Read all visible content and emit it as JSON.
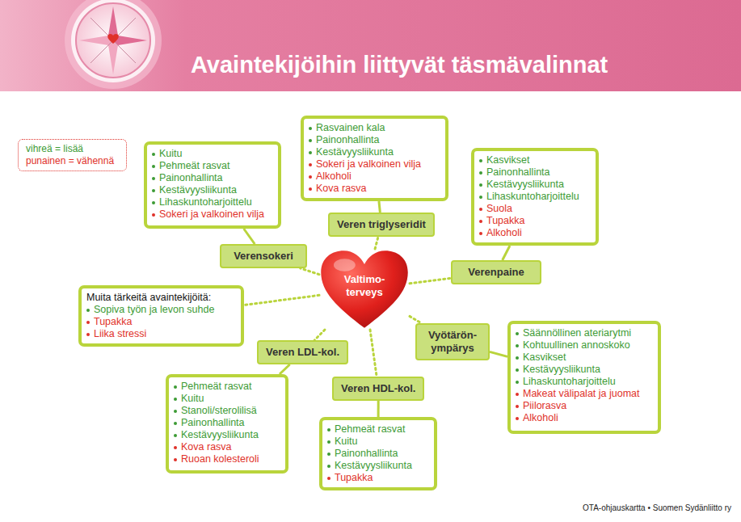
{
  "diagram": {
    "title": "Avaintekijöihin liittyvät täsmävalinnat",
    "nodes": [
      {
        "text": [
          "Valtimo- terveys"
        ]
      },
      {
        "text": [
          "Kuitu",
          "Pehmeät rasvat",
          "Painonhallinta",
          "Kestävyysliikunta",
          "Lihaskuntoharjoittelu",
          "Sokeri ja valkoinen vilja"
        ]
      },
      {
        "text": [
          "Rasvainen kala",
          "Painonhallinta",
          "Kestävyysliikunta",
          "Sokeri ja valkoinen vilja",
          "Alkoholi",
          "Kova rasva"
        ]
      },
      {
        "text": [
          "Kasvikset",
          "Painonhallinta",
          "Kestävyysliikunta",
          "Lihaskuntoharjoittelu",
          "Suola",
          "Tupakka",
          "Alkoholi"
        ]
      },
      {
        "text": [
          "Veren triglyseridit"
        ]
      },
      {
        "text": [
          "Verensokeri"
        ]
      },
      {
        "text": [
          "Verenpaine"
        ]
      },
      {
        "text": [
          "Muita tärkeitä avaintekijöitä:",
          "Sopiva työn ja levon suhde",
          "Tupakka",
          "Liika stressi"
        ]
      },
      {
        "text": [
          "Vyötärön- ympärys"
        ]
      },
      {
        "text": [
          "Säännöllinen ateriarytmi",
          "Kohtuullinen annoskoko",
          "Kasvikset",
          "Kestävyysliikunta",
          "Lihaskuntoharjoittelu",
          "Makeat välipalat ja juomat",
          "Piilorasva",
          "Alkoholi"
        ]
      },
      {
        "text": [
          "Veren LDL-kol."
        ]
      },
      {
        "text": [
          "Veren HDL-kol."
        ]
      },
      {
        "text": [
          "Pehmeät rasvat",
          "Kuitu",
          "Stanoli/sterolilisä",
          "Painonhallinta",
          "Kestävyysliikunta",
          "Kova rasva",
          "Ruoan kolesteroli"
        ]
      },
      {
        "text": [
          "Pehmeät rasvat",
          "Kuitu",
          "Painonhallinta",
          "Kestävyysliikunta",
          "Tupakka"
        ]
      }
    ],
    "edges": [
      {
        "from": 0,
        "to": 5,
        "arrow": "none"
      },
      {
        "from": 0,
        "to": 4,
        "arrow": "none"
      },
      {
        "from": 0,
        "to": 6,
        "arrow": "none"
      },
      {
        "from": 0,
        "to": 7,
        "arrow": "none"
      },
      {
        "from": 0,
        "to": 8,
        "arrow": "none"
      },
      {
        "from": 0,
        "to": 10,
        "arrow": "none"
      },
      {
        "from": 0,
        "to": 11,
        "arrow": "none"
      },
      {
        "from": 5,
        "to": 1,
        "arrow": "none"
      },
      {
        "from": 4,
        "to": 2,
        "arrow": "none"
      },
      {
        "from": 6,
        "to": 3,
        "arrow": "none"
      },
      {
        "from": 8,
        "to": 9,
        "arrow": "none"
      },
      {
        "from": 10,
        "to": 12,
        "arrow": "none"
      },
      {
        "from": 11,
        "to": 13,
        "arrow": "none"
      }
    ],
    "labels": [
      "OTA-ohjauskartta • Suomen Sydänliitto ry"
    ],
    "legend": [
      {
        "text": "vihreä = lisää",
        "color": "#3d9b35"
      },
      {
        "text": "punainen = vähennä",
        "color": "#e0312a"
      }
    ]
  }
}
